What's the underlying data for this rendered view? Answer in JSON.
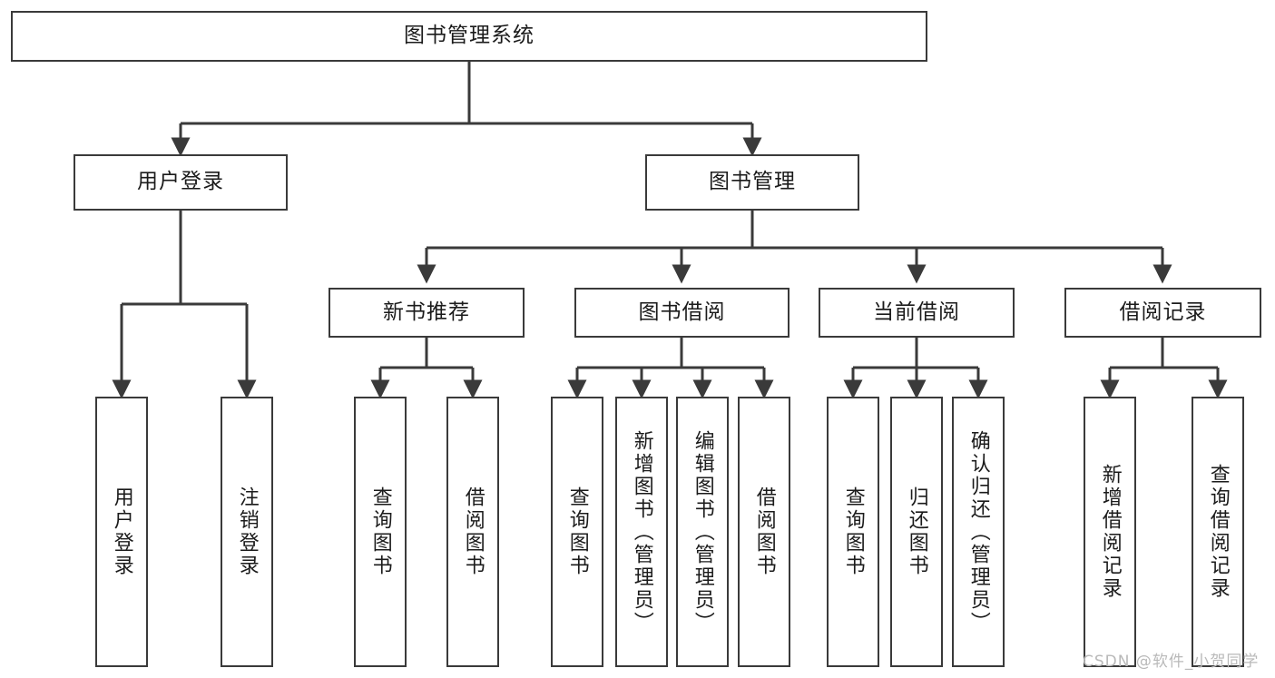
{
  "diagram": {
    "title": "图书管理系统",
    "type": "tree-hierarchy-chart",
    "root": {
      "label": "图书管理系统"
    },
    "level2": [
      {
        "label": "用户登录"
      },
      {
        "label": "图书管理"
      }
    ],
    "level3": [
      {
        "label": "新书推荐"
      },
      {
        "label": "图书借阅"
      },
      {
        "label": "当前借阅"
      },
      {
        "label": "借阅记录"
      }
    ],
    "leaves": {
      "user_login": [
        {
          "label": "用户登录"
        },
        {
          "label": "注销登录"
        }
      ],
      "new_book_recommend": [
        {
          "label": "查询图书"
        },
        {
          "label": "借阅图书"
        }
      ],
      "book_borrow": [
        {
          "label": "查询图书"
        },
        {
          "label": "新增图书（管理员）"
        },
        {
          "label": "编辑图书（管理员）"
        },
        {
          "label": "借阅图书"
        }
      ],
      "current_borrow": [
        {
          "label": "查询图书"
        },
        {
          "label": "归还图书"
        },
        {
          "label": "确认归还（管理员）"
        }
      ],
      "borrow_record": [
        {
          "label": "新增借阅记录"
        },
        {
          "label": "查询借阅记录"
        }
      ]
    }
  },
  "watermark": {
    "text": "CSDN @软件_小贺同学"
  },
  "colors": {
    "box_border": "#3a3a3a",
    "box_fill": "#ffffff",
    "edge": "#3a3a3a",
    "text": "#1b1b1b",
    "watermark": "#b9b9b9",
    "background": "#ffffff"
  }
}
